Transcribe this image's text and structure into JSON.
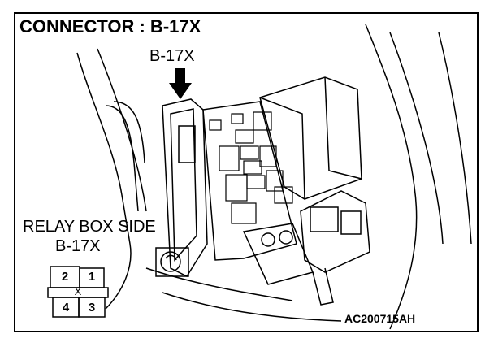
{
  "title": "CONNECTOR : B-17X",
  "callout_label": "B-17X",
  "side_label_line1": "RELAY BOX SIDE",
  "side_label_line2": "B-17X",
  "connector": {
    "pins_top": [
      "2",
      "1"
    ],
    "pins_bottom": [
      "4",
      "3"
    ],
    "key_mark": "X"
  },
  "figure_code": "AC200715AH"
}
